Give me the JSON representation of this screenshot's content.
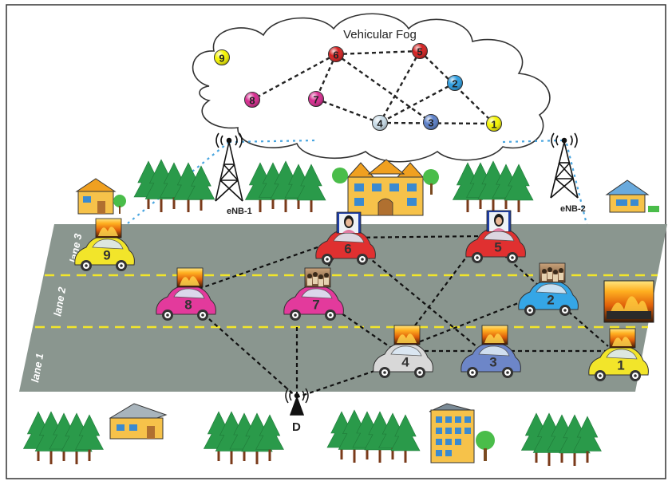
{
  "fog": {
    "title": "Vehicular Fog",
    "nodes": [
      {
        "id": "9",
        "label": "9",
        "color": "#f5f500"
      },
      {
        "id": "6",
        "label": "6",
        "color": "#d42020"
      },
      {
        "id": "5",
        "label": "5",
        "color": "#d42020"
      },
      {
        "id": "2",
        "label": "2",
        "color": "#2a9ce0"
      },
      {
        "id": "8",
        "label": "8",
        "color": "#d62a8e"
      },
      {
        "id": "7",
        "label": "7",
        "color": "#d62a8e"
      },
      {
        "id": "4",
        "label": "4",
        "color": "#c8dce8"
      },
      {
        "id": "3",
        "label": "3",
        "color": "#5a7fc8"
      },
      {
        "id": "1",
        "label": "1",
        "color": "#f5f500"
      }
    ]
  },
  "stations": {
    "enb1": "eNB-1",
    "enb2": "eNB-2",
    "destination": "D"
  },
  "lanes": [
    "lane 3",
    "lane 2",
    "lane 1"
  ],
  "vehicles": [
    {
      "id": "9",
      "label": "9",
      "color": "#f2e52a",
      "lane": 3
    },
    {
      "id": "6",
      "label": "6",
      "color": "#e03030",
      "lane": 3
    },
    {
      "id": "5",
      "label": "5",
      "color": "#e03030",
      "lane": 3
    },
    {
      "id": "8",
      "label": "8",
      "color": "#e33a9c",
      "lane": 2
    },
    {
      "id": "7",
      "label": "7",
      "color": "#e33a9c",
      "lane": 2
    },
    {
      "id": "2",
      "label": "2",
      "color": "#35a6e6",
      "lane": 2
    },
    {
      "id": "4",
      "label": "4",
      "color": "#d8d8d8",
      "lane": 1
    },
    {
      "id": "3",
      "label": "3",
      "color": "#6d86c8",
      "lane": 1
    },
    {
      "id": "1",
      "label": "1",
      "color": "#f2e52a",
      "lane": 1
    }
  ],
  "colors": {
    "road": "#8a968f",
    "lane_divider": "#f2e52a",
    "trees": "#2a9a4a",
    "links": "#222222",
    "cloud_links": "#4aa6e0"
  }
}
